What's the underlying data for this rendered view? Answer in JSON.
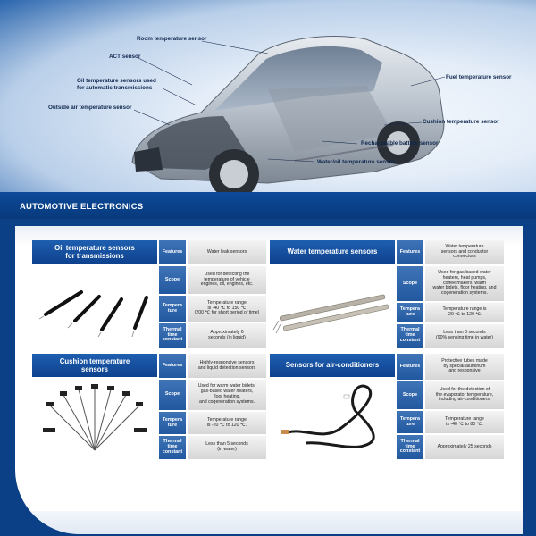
{
  "callouts": {
    "room": "Room temperature sensor",
    "act": "ACT sensor",
    "oil_l1": "Oil temperature sensors used",
    "oil_l2": "for automatic transmissions",
    "outside": "Outside air temperature sensor",
    "fuel": "Fuel temperature sensor",
    "cushion": "Cushion temperature sensor",
    "battery": "Rechargeable battery sensor",
    "water": "Water/oil temperature sensor"
  },
  "section_title": "AUTOMOTIVE ELECTRONICS",
  "cards": [
    {
      "title": "Oil temperature sensors\nfor transmissions",
      "rows": [
        {
          "key": "Features",
          "value": "Water leak sensors"
        },
        {
          "key": "Scope",
          "value": "Used for detecting the\ntemperature of vehicle\nengines, oil, engines, etc."
        },
        {
          "key": "Tempera\nture",
          "value": "Temperature range\nis -40 ℃ to 150 ℃\n(200 ℃ for short period of time)"
        },
        {
          "key": "Thermal\ntime\nconstant",
          "value": "Approximately 6\nseconds (in liquid)"
        }
      ]
    },
    {
      "title": "Water temperature sensors",
      "rows": [
        {
          "key": "Features",
          "value": "Water temperature\nsensors and conductor\nconnectors"
        },
        {
          "key": "Scope",
          "value": "Used for gas-based water\nheaters, heat pumps,\ncoffee makers, warm\nwater bidets, floor heating, and\ncogeneration systems."
        },
        {
          "key": "Tempera\nture",
          "value": "Temperature range is\n-20 ℃ to 120 ℃."
        },
        {
          "key": "Thermal\ntime\nconstant",
          "value": "Less than 8 seconds\n(90% sensing time in water)"
        }
      ]
    },
    {
      "title": "Cushion temperature\nsensors",
      "rows": [
        {
          "key": "Features",
          "value": "Highly-responsive sensors\nand liquid detection sensors"
        },
        {
          "key": "Scope",
          "value": "Used for warm water bidets,\ngas-based water heaters,\nfloor heating,\nand cogeneration systems."
        },
        {
          "key": "Tempera\nture",
          "value": "Temperature range\nis -20 ℃ to 120 ℃."
        },
        {
          "key": "Thermal\ntime\nconstant",
          "value": "Less than 5 seconds\n(in water)"
        }
      ]
    },
    {
      "title": "Sensors for air-conditioners",
      "rows": [
        {
          "key": "Features",
          "value": "Protective tubes made\nby special aluminum\nand responsive"
        },
        {
          "key": "Scope",
          "value": "Used for the detection of\nthe evaporator temperature,\nincluding air-conditioners."
        },
        {
          "key": "Tempera\nture",
          "value": "Temperature range\nis -40 ℃ to 80 ℃."
        },
        {
          "key": "Thermal\ntime\nconstant",
          "value": "Approximately 25 seconds"
        }
      ]
    }
  ]
}
